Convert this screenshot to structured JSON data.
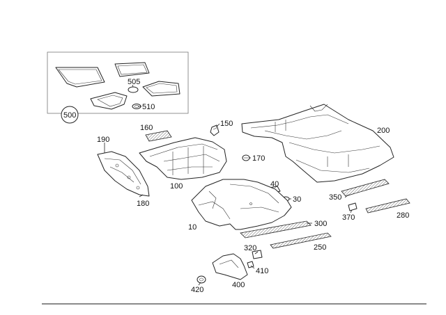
{
  "labels": {
    "l500": "500",
    "l505": "505",
    "l510": "510",
    "l160": "160",
    "l150": "150",
    "l200": "200",
    "l190": "190",
    "l170": "170",
    "l100": "100",
    "l40": "40",
    "l30": "30",
    "l180": "180",
    "l350": "350",
    "l370": "370",
    "l280": "280",
    "l10": "10",
    "l300": "300",
    "l320": "320",
    "l250": "250",
    "l410": "410",
    "l420": "420",
    "l400": "400"
  }
}
